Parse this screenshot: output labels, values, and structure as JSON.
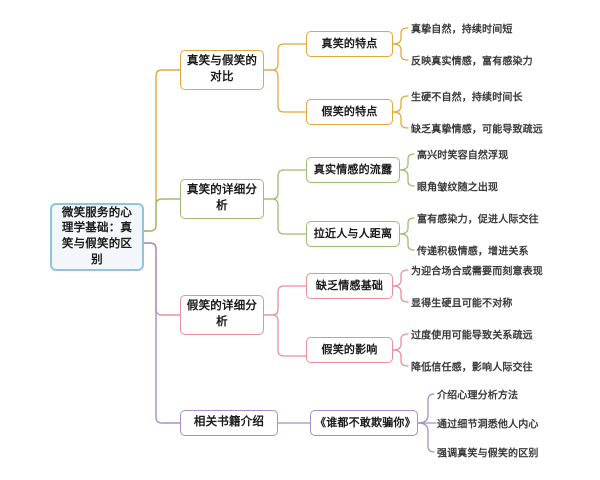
{
  "diagram": {
    "type": "mind-map",
    "title": "微笑服务的心理学基础：真笑与假笑的区别",
    "root": {
      "label": "微笑服务的心理学基础：真笑与假笑的区别",
      "color": "#8ec5dd"
    },
    "branches": [
      {
        "label": "真笑与假笑的对比",
        "color": "#e0a93b",
        "children": [
          {
            "label": "真笑的特点",
            "leaves": [
              "真挚自然，持续时间短",
              "反映真实情感，富有感染力"
            ]
          },
          {
            "label": "假笑的特点",
            "leaves": [
              "生硬不自然，持续时间长",
              "缺乏真挚情感，可能导致疏远"
            ]
          }
        ]
      },
      {
        "label": "真笑的详细分析",
        "color": "#9cbf6e",
        "children": [
          {
            "label": "真实情感的流露",
            "leaves": [
              "高兴时笑容自然浮现",
              "眼角皱纹随之出现"
            ]
          },
          {
            "label": "拉近人与人距离",
            "leaves": [
              "富有感染力，促进人际交往",
              "传递积极情感，增进关系"
            ]
          }
        ]
      },
      {
        "label": "假笑的详细分析",
        "color": "#e8919a",
        "children": [
          {
            "label": "缺乏情感基础",
            "leaves": [
              "为迎合场合或需要而刻意表现",
              "显得生硬且可能不对称"
            ]
          },
          {
            "label": "假笑的影响",
            "leaves": [
              "过度使用可能导致关系疏远",
              "降低信任感，影响人际交往"
            ]
          }
        ]
      },
      {
        "label": "相关书籍介绍",
        "color": "#a98dc4",
        "children": [
          {
            "label": "《谁都不敢欺骗你》",
            "leaves": [
              "介绍心理分析方法",
              "通过细节洞悉他人内心",
              "强调真笑与假笑的区别"
            ]
          }
        ]
      }
    ]
  }
}
